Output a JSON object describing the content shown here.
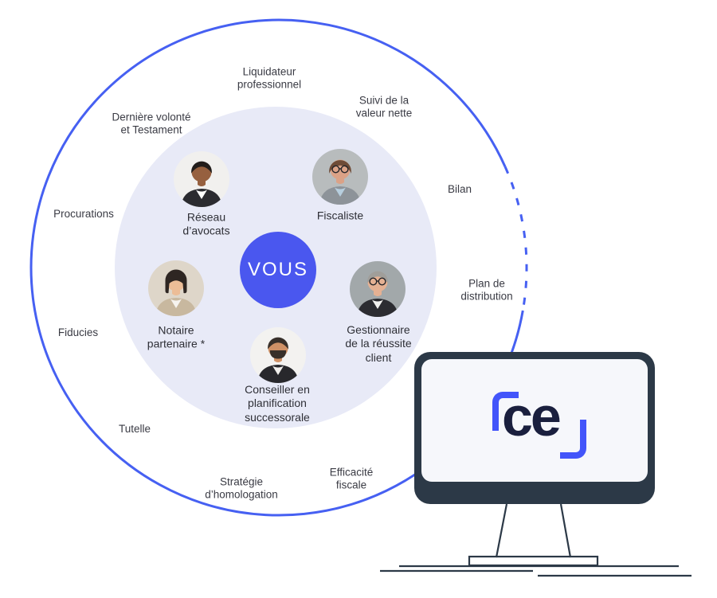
{
  "palette": {
    "ring_blue": "#4660F2",
    "center_blue": "#4A57EF",
    "inner_circle_bg": "#E8EAF7",
    "label_dark": "#3A3B44",
    "monitor_frame": "#2C3947",
    "screen_bg": "#F6F7FB",
    "logo_navy": "#1A1F3E",
    "logo_blue": "#4355FA"
  },
  "center": {
    "label": "VOUS"
  },
  "team": [
    {
      "id": "reseau-avocats",
      "label": "Réseau\nd’avocats",
      "avatar": {
        "bg": "#F1F0EE",
        "skin": "#96603F",
        "hair": "#221D1B",
        "top": "#2B2B30",
        "shirt": "#FFFFFF",
        "style": "short",
        "glasses": false,
        "beard": false
      }
    },
    {
      "id": "fiscaliste",
      "label": "Fiscaliste",
      "avatar": {
        "bg": "#B8BCBD",
        "skin": "#DBA287",
        "hair": "#6E4B37",
        "top": "#8D9399",
        "shirt": "#B7CEDE",
        "style": "curly",
        "glasses": true,
        "beard": false
      }
    },
    {
      "id": "notaire-partenaire",
      "label": "Notaire\npartenaire *",
      "avatar": {
        "bg": "#DED6C9",
        "skin": "#ECBD97",
        "hair": "#2E2622",
        "top": "#C8B89F",
        "shirt": "#F6F4F0",
        "style": "bob",
        "glasses": false,
        "beard": false
      }
    },
    {
      "id": "conseiller-planification",
      "label": "Conseiller en\nplanification\nsuccessorale",
      "avatar": {
        "bg": "#F3F2F0",
        "skin": "#CF9166",
        "hair": "#38302A",
        "top": "#28282C",
        "shirt": "#F1EFEC",
        "style": "short",
        "glasses": false,
        "beard": true
      }
    },
    {
      "id": "gestionnaire-reussite",
      "label": "Gestionnaire\nde la réussite\nclient",
      "avatar": {
        "bg": "#A2A8AA",
        "skin": "#E5B193",
        "hair": "#A09E9A",
        "top": "#2C2C31",
        "shirt": "#F2F1EF",
        "style": "short",
        "glasses": true,
        "beard": false
      }
    }
  ],
  "services": [
    {
      "id": "liquidateur-professionnel",
      "label": "Liquidateur\nprofessionnel"
    },
    {
      "id": "suivi-valeur-nette",
      "label": "Suivi de la\nvaleur nette"
    },
    {
      "id": "bilan",
      "label": "Bilan"
    },
    {
      "id": "plan-distribution",
      "label": "Plan de\ndistribution"
    },
    {
      "id": "efficacite-fiscale",
      "label": "Efficacité\nfiscale"
    },
    {
      "id": "strategie-homologation",
      "label": "Stratégie\nd’homologation"
    },
    {
      "id": "tutelle",
      "label": "Tutelle"
    },
    {
      "id": "fiducies",
      "label": "Fiducies"
    },
    {
      "id": "procurations",
      "label": "Procurations"
    },
    {
      "id": "derniere-volonte",
      "label": "Dernière volonté\net Testament"
    }
  ],
  "monitor": {
    "logo_text": "ce"
  }
}
